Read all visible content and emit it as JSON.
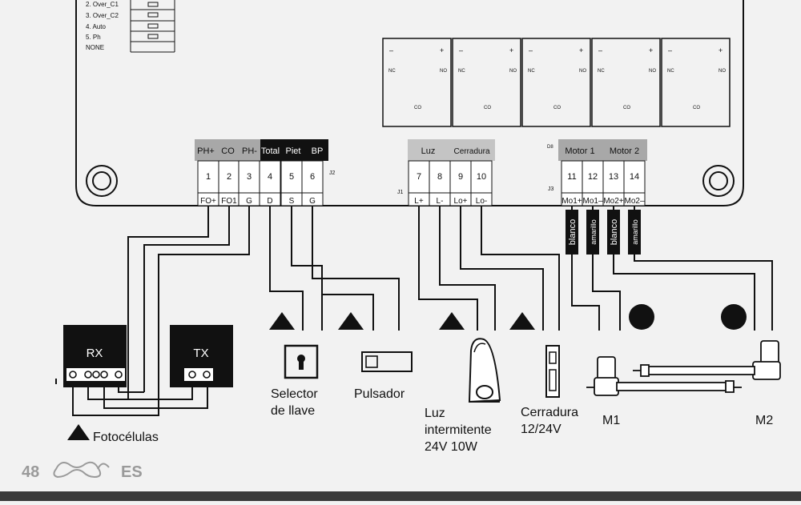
{
  "switches": [
    "2. Over_C1",
    "3. Over_C2",
    "4. Auto",
    "5. Ph",
    "NONE"
  ],
  "relays": [
    {
      "minus": "–",
      "plus": "+",
      "nc": "NC",
      "no": "NO",
      "co": "CO"
    },
    {
      "minus": "–",
      "plus": "+",
      "nc": "NC",
      "no": "NO",
      "co": "CO"
    },
    {
      "minus": "–",
      "plus": "+",
      "nc": "NC",
      "no": "NO",
      "co": "CO"
    },
    {
      "minus": "–",
      "plus": "+",
      "nc": "NC",
      "no": "NO",
      "co": "CO"
    },
    {
      "minus": "–",
      "plus": "+",
      "nc": "NC",
      "no": "NO",
      "co": "CO"
    }
  ],
  "connector_labels": {
    "j1": "J1",
    "j2": "J2",
    "j3": "J3",
    "d8": "D8"
  },
  "header_groups": [
    {
      "label": "PH+",
      "color": "#a8a8a8",
      "text_color": "#111111"
    },
    {
      "label": "CO",
      "color": "#a8a8a8",
      "text_color": "#111111"
    },
    {
      "label": "PH-",
      "color": "#a8a8a8",
      "text_color": "#111111"
    },
    {
      "label": "Total",
      "color": "#111111",
      "text_color": "#ffffff"
    },
    {
      "label": "Piet",
      "color": "#111111",
      "text_color": "#ffffff"
    },
    {
      "label": "BP",
      "color": "#111111",
      "text_color": "#ffffff"
    },
    {
      "label": "Luz",
      "color": "#c4c4c4",
      "text_color": "#111111"
    },
    {
      "label": "Cerradura",
      "color": "#c4c4c4",
      "text_color": "#111111"
    },
    {
      "label": "Motor 1",
      "color": "#a8a8a8",
      "text_color": "#111111"
    },
    {
      "label": "Motor 2",
      "color": "#a8a8a8",
      "text_color": "#111111"
    }
  ],
  "terminals": [
    {
      "num": "1",
      "sub": "FO+"
    },
    {
      "num": "2",
      "sub": "FO1"
    },
    {
      "num": "3",
      "sub": "G"
    },
    {
      "num": "4",
      "sub": "D"
    },
    {
      "num": "5",
      "sub": "S"
    },
    {
      "num": "6",
      "sub": "G"
    },
    {
      "num": "7",
      "sub": "L+"
    },
    {
      "num": "8",
      "sub": "L-"
    },
    {
      "num": "9",
      "sub": "Lo+"
    },
    {
      "num": "10",
      "sub": "Lo-"
    },
    {
      "num": "11",
      "sub": "Mo1+"
    },
    {
      "num": "12",
      "sub": "Mo1–"
    },
    {
      "num": "13",
      "sub": "Mo2+"
    },
    {
      "num": "14",
      "sub": "Mo2–"
    }
  ],
  "wire_tags": [
    "blanco",
    "amarillo",
    "blanco",
    "amarillo"
  ],
  "devices": {
    "rx": "RX",
    "tx": "TX",
    "fotocelulas": "Fotocélulas",
    "selector": [
      "Selector",
      "de llave"
    ],
    "pulsador": "Pulsador",
    "luz": [
      "Luz",
      "intermitente",
      "24V 10W"
    ],
    "cerradura": [
      "Cerradura",
      "12/24V"
    ],
    "m1": "M1",
    "m2": "M2"
  },
  "footer": {
    "page": "48",
    "lang": "ES"
  },
  "colors": {
    "line": "#111111",
    "background": "#f2f2f2",
    "bottom_bar": "#3a3a3a"
  }
}
